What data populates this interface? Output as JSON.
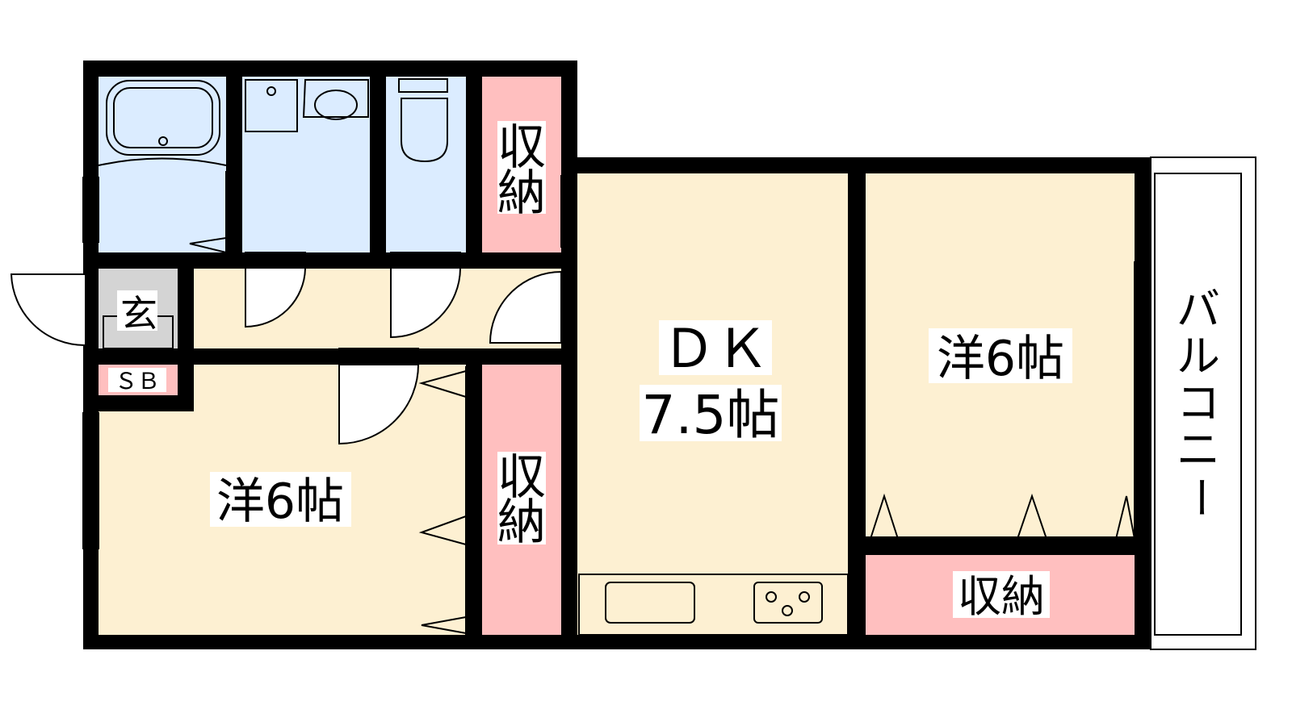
{
  "colors": {
    "wall": "#000000",
    "wet_area": "#dbecff",
    "storage": "#ffbfbf",
    "room": "#fdf0d2",
    "entrance": "#d4d4d4",
    "kitchen": "#e9dbf4",
    "balcony": "#d2d2d2"
  },
  "rooms": {
    "storage_top": "収納",
    "entrance": "玄",
    "shoe_box": "ＳＢ",
    "west_room": "洋6帖",
    "storage_middle": "収納",
    "dk_name": "ＤＫ",
    "dk_size": "7.5帖",
    "east_room": "洋6帖",
    "storage_east": "収納",
    "balcony": [
      "バ",
      "ル",
      "コ",
      "ニ",
      "ー"
    ]
  }
}
